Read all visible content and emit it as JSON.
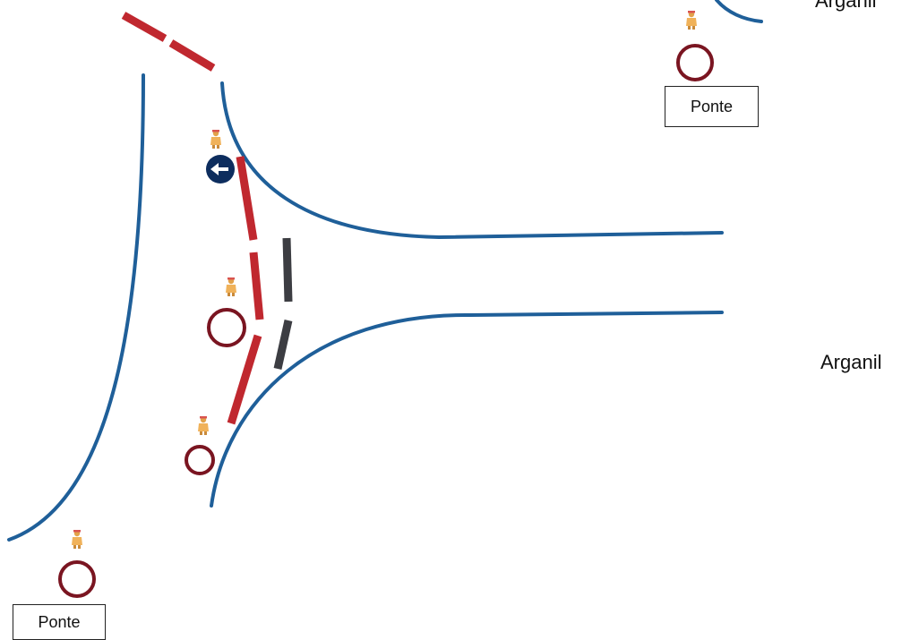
{
  "labels": {
    "top_right_place": "Arganil",
    "right_place": "Arganil",
    "top_right_box": "Ponte",
    "bottom_left_box": "Ponte"
  },
  "colors": {
    "road": "#1f5f99",
    "barrier_red": "#c0282f",
    "barrier_dark": "#3c3d42",
    "sign_ring": "#7a1521",
    "mandatory_sign": "#0d2d5e",
    "worker": "#e2a24a"
  },
  "icons": {
    "worker": "construction-worker-icon",
    "no_entry_ring": "prohibition-sign-icon",
    "mandatory_left": "turn-left-mandatory-sign-icon"
  }
}
